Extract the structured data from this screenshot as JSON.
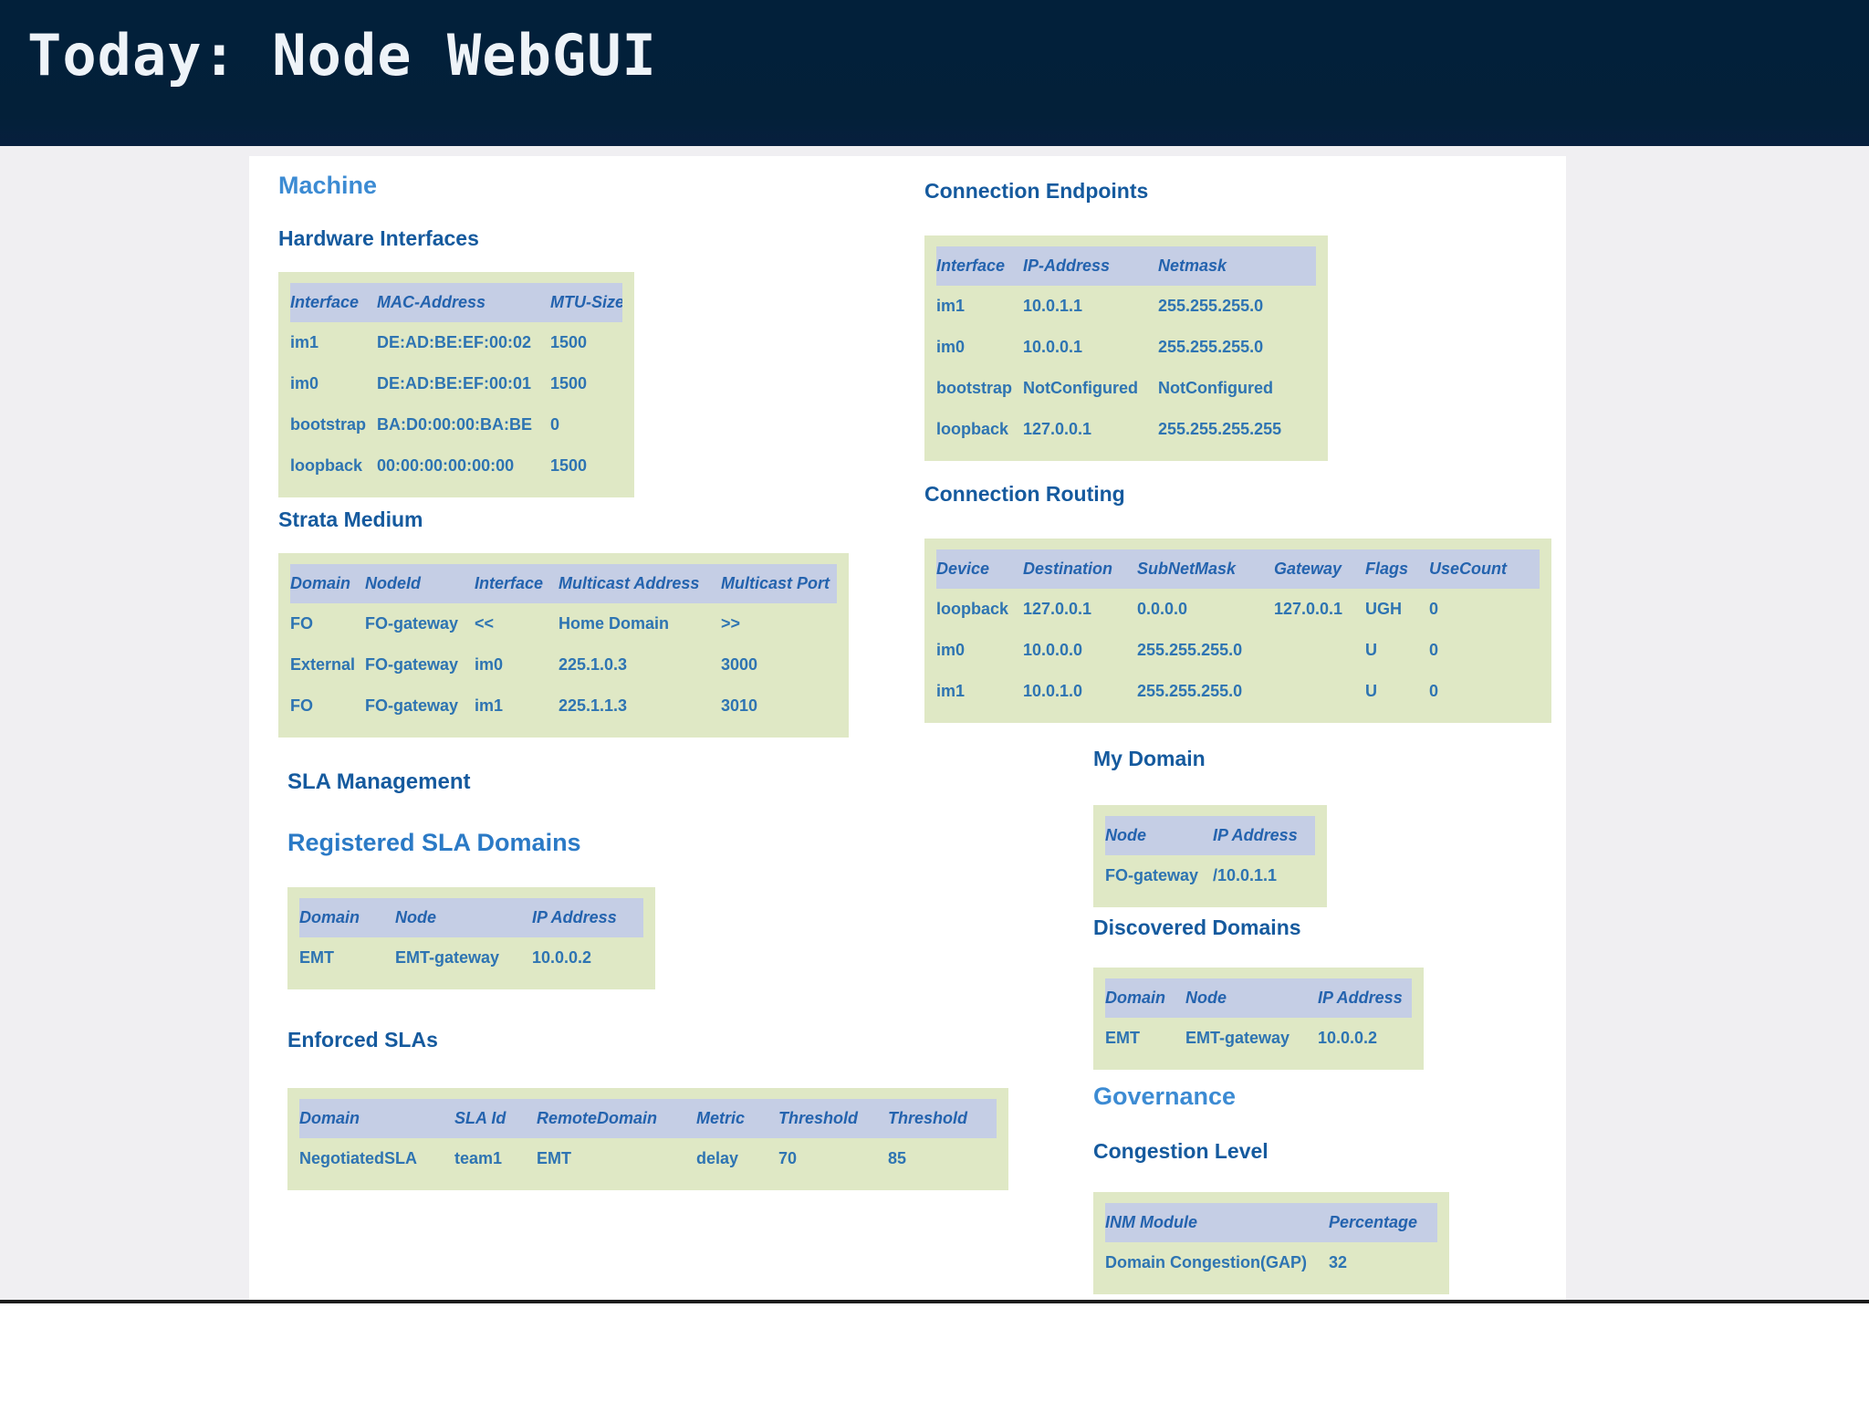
{
  "header": {
    "title": "Today: Node WebGUI"
  },
  "colors": {
    "header_bar": "#032039",
    "title_text": "#eef3f8",
    "page_background": "#f0eff2",
    "panel_background": "#ffffff",
    "table_background": "#dfe8c5",
    "table_header_background": "#c5cee5",
    "table_header_text": "#2463ae",
    "table_cell_text": "#2e74b2",
    "heading_bright": "#3c8bd3",
    "heading_medium": "#2b7ac6",
    "heading_dark": "#155a9e",
    "bottom_rule": "#1c1c1c"
  },
  "sections": {
    "machine": {
      "title": "Machine"
    },
    "hardware_interfaces": {
      "title": "Hardware Interfaces",
      "table": {
        "headers": [
          "Interface",
          "MAC-Address",
          "MTU-Size"
        ],
        "rows": [
          [
            "im1",
            "DE:AD:BE:EF:00:02",
            "1500"
          ],
          [
            "im0",
            "DE:AD:BE:EF:00:01",
            "1500"
          ],
          [
            "bootstrap",
            "BA:D0:00:00:BA:BE",
            "0"
          ],
          [
            "loopback",
            "00:00:00:00:00:00",
            "1500"
          ]
        ]
      }
    },
    "strata_medium": {
      "title": "Strata Medium",
      "table": {
        "headers": [
          "Domain",
          "NodeId",
          "Interface",
          "Multicast Address",
          "Multicast Port"
        ],
        "rows": [
          [
            "FO",
            "FO-gateway",
            "<<",
            "Home Domain",
            ">>"
          ],
          [
            "External",
            "FO-gateway",
            "im0",
            "225.1.0.3",
            "3000"
          ],
          [
            "FO",
            "FO-gateway",
            "im1",
            "225.1.1.3",
            "3010"
          ]
        ]
      }
    },
    "connection_endpoints": {
      "title": "Connection Endpoints",
      "table": {
        "headers": [
          "Interface",
          "IP-Address",
          "Netmask"
        ],
        "rows": [
          [
            "im1",
            "10.0.1.1",
            "255.255.255.0"
          ],
          [
            "im0",
            "10.0.0.1",
            "255.255.255.0"
          ],
          [
            "bootstrap",
            "NotConfigured",
            "NotConfigured"
          ],
          [
            "loopback",
            "127.0.0.1",
            "255.255.255.255"
          ]
        ]
      }
    },
    "connection_routing": {
      "title": "Connection Routing",
      "table": {
        "headers": [
          "Device",
          "Destination",
          "SubNetMask",
          "Gateway",
          "Flags",
          "UseCount"
        ],
        "rows": [
          [
            "loopback",
            "127.0.0.1",
            "0.0.0.0",
            "127.0.0.1",
            "UGH",
            "0"
          ],
          [
            "im0",
            "10.0.0.0",
            "255.255.255.0",
            "",
            "U",
            "0"
          ],
          [
            "im1",
            "10.0.1.0",
            "255.255.255.0",
            "",
            "U",
            "0"
          ]
        ]
      }
    },
    "sla_management": {
      "title": "SLA Management"
    },
    "registered_sla_domains": {
      "title": "Registered SLA Domains",
      "table": {
        "headers": [
          "Domain",
          "Node",
          "IP Address"
        ],
        "rows": [
          [
            "EMT",
            "EMT-gateway",
            "10.0.0.2"
          ]
        ]
      }
    },
    "enforced_slas": {
      "title": "Enforced SLAs",
      "table": {
        "headers": [
          "Domain",
          "SLA Id",
          "RemoteDomain",
          "Metric",
          "Threshold",
          "Threshold"
        ],
        "rows": [
          [
            "NegotiatedSLA",
            "team1",
            "EMT",
            "delay",
            "70",
            "85"
          ]
        ]
      }
    },
    "my_domain": {
      "title": "My Domain",
      "table": {
        "headers": [
          "Node",
          "IP Address"
        ],
        "rows": [
          [
            "FO-gateway",
            "/10.0.1.1"
          ]
        ]
      }
    },
    "discovered_domains": {
      "title": "Discovered Domains",
      "table": {
        "headers": [
          "Domain",
          "Node",
          "IP Address"
        ],
        "rows": [
          [
            "EMT",
            "EMT-gateway",
            "10.0.0.2"
          ]
        ]
      }
    },
    "governance": {
      "title": "Governance"
    },
    "congestion_level": {
      "title": "Congestion Level",
      "table": {
        "headers": [
          "INM Module",
          "Percentage"
        ],
        "rows": [
          [
            "Domain Congestion(GAP)",
            "32"
          ]
        ]
      }
    }
  }
}
